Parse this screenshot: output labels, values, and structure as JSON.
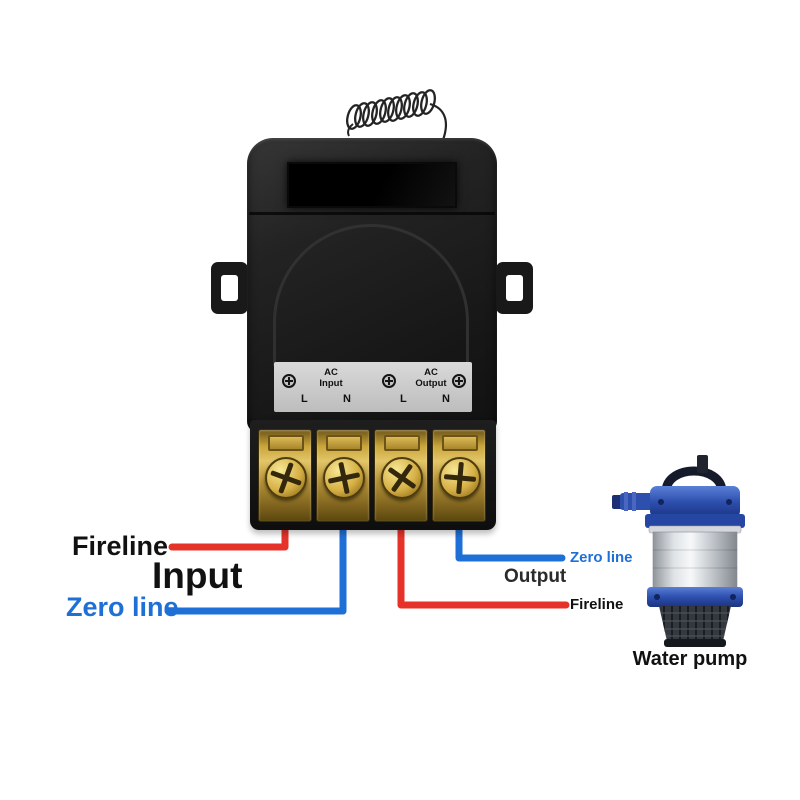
{
  "colors": {
    "fireline": "#e5332a",
    "zeroline": "#1e6fd6",
    "pump_blue": "#2d4fae",
    "brass": "#c9a53b",
    "case": "#1d1d1d"
  },
  "device": {
    "panel": {
      "input": {
        "line1": "AC",
        "line2": "Input",
        "l": "L",
        "n": "N"
      },
      "output": {
        "line1": "AC",
        "line2": "Output",
        "l": "L",
        "n": "N"
      }
    }
  },
  "input_side": {
    "fireline": "Fireline",
    "title": "Input",
    "zeroline": "Zero line"
  },
  "output_side": {
    "zeroline": "Zero line",
    "title": "Output",
    "fireline": "Fireline"
  },
  "pump": {
    "caption": "Water pump"
  }
}
